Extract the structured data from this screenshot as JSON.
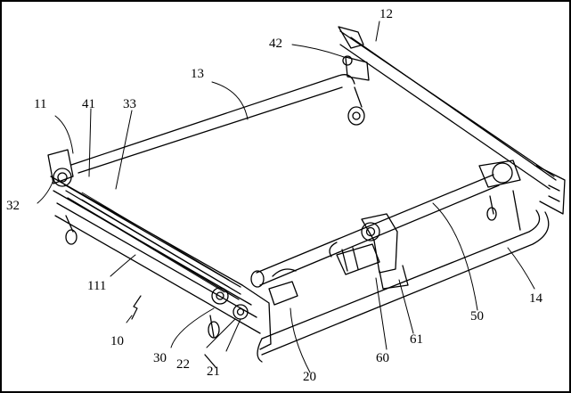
{
  "figure": {
    "labels": {
      "n10": "10",
      "n11": "11",
      "n12": "12",
      "n13": "13",
      "n14": "14",
      "n20": "20",
      "n21": "21",
      "n22": "22",
      "n30": "30",
      "n32": "32",
      "n33": "33",
      "n41": "41",
      "n42": "42",
      "n50": "50",
      "n60": "60",
      "n61": "61",
      "n111": "111"
    }
  }
}
